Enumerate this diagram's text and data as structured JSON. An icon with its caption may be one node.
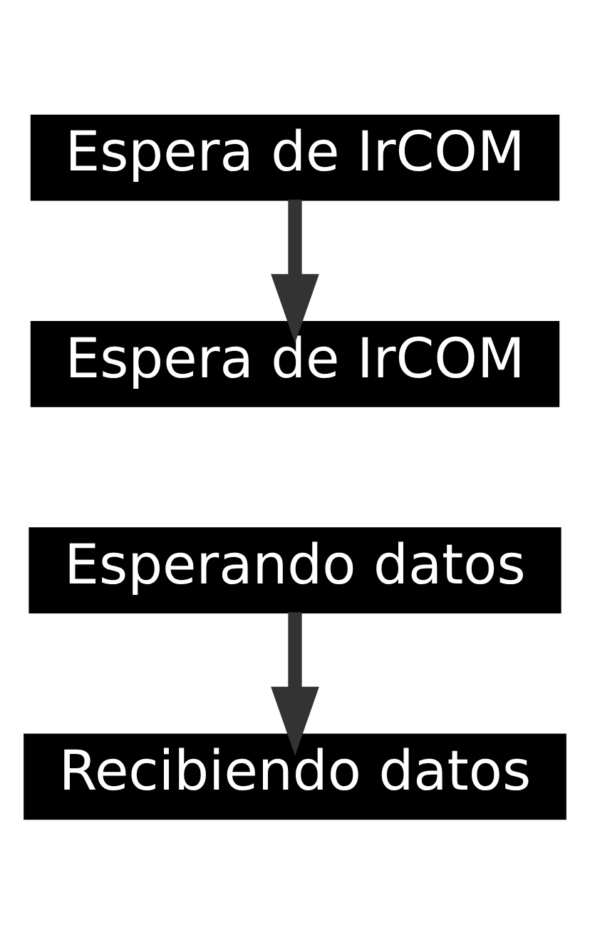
{
  "diagram": {
    "nodes": [
      {
        "text": [
          "Espera de IrCOM"
        ]
      },
      {
        "text": [
          "Espera de IrCOM"
        ]
      },
      {
        "text": [
          "Esperando datos"
        ]
      },
      {
        "text": [
          "Recibiendo datos"
        ]
      }
    ],
    "edges": [
      {
        "from": 0,
        "to": 1,
        "arrow": "to"
      },
      {
        "from": 2,
        "to": 3,
        "arrow": "to"
      }
    ]
  }
}
